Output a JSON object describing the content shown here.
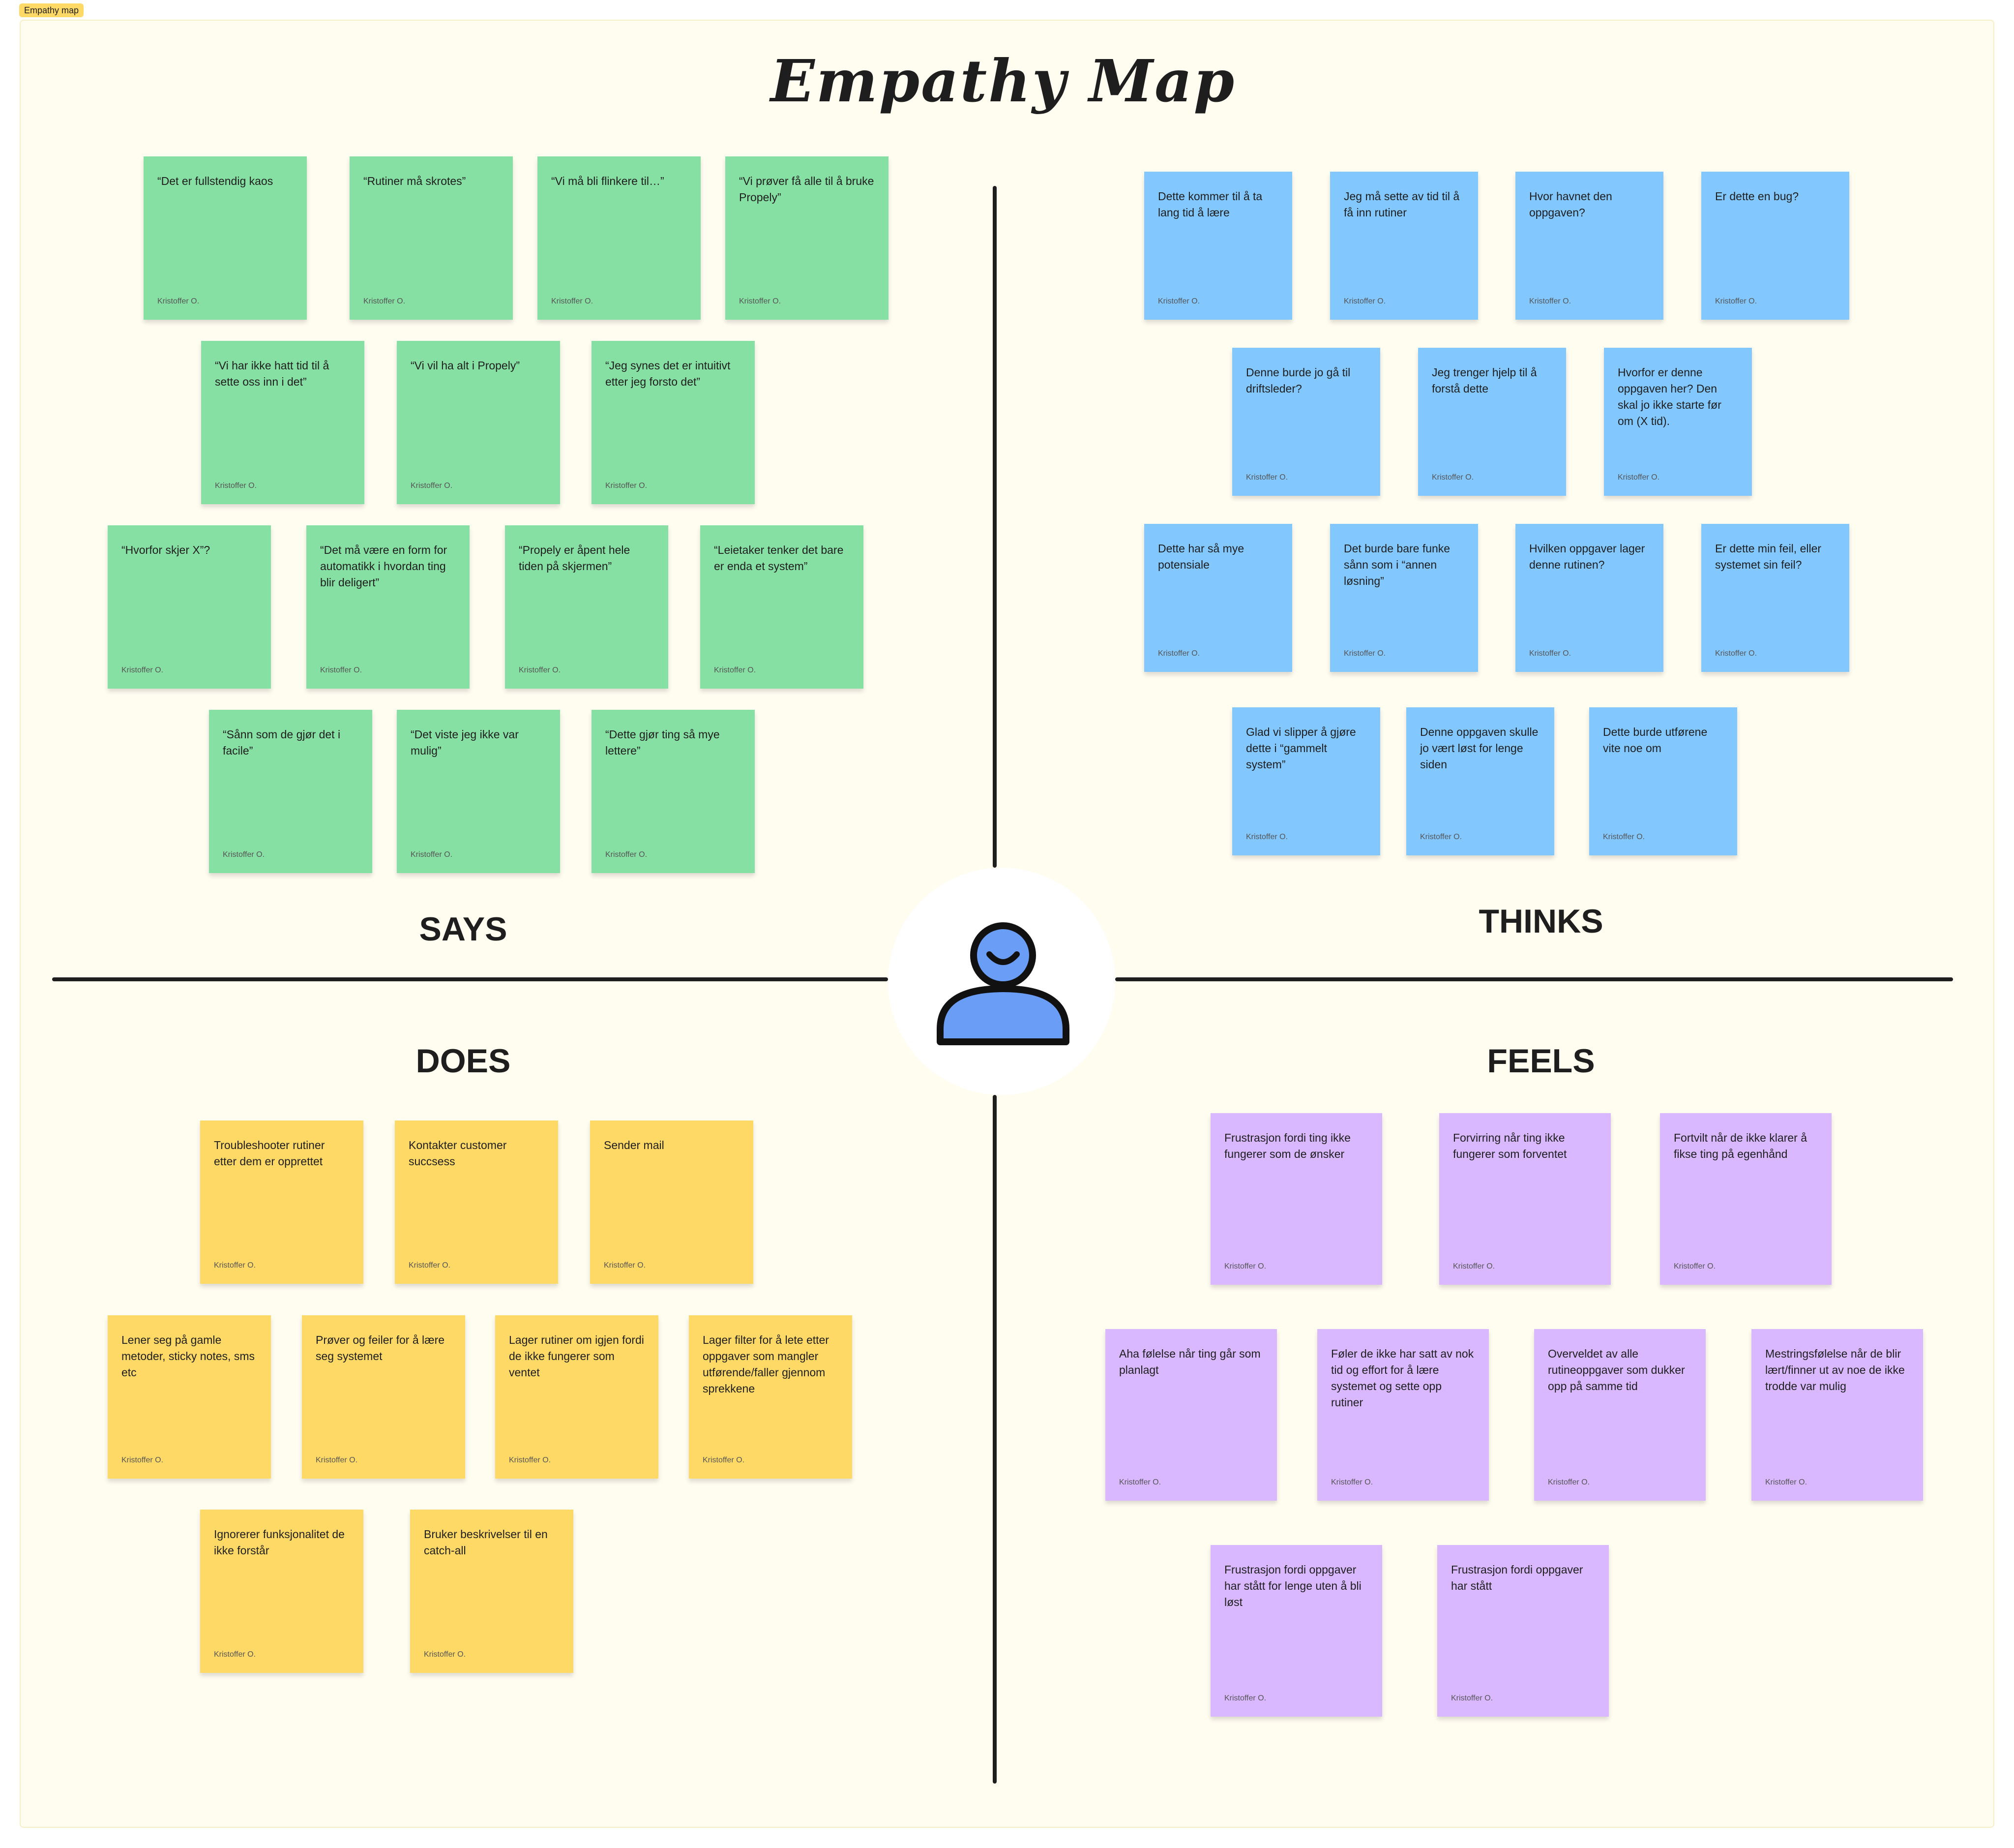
{
  "frame_tag": "Empathy map",
  "title": "Empathy Map",
  "labels": {
    "says": "SAYS",
    "thinks": "THINKS",
    "does": "DOES",
    "feels": "FEELS"
  },
  "author": "Kristoffer O.",
  "colors": {
    "says": "#87e0a3",
    "thinks": "#82c8ff",
    "does": "#ffd966",
    "feels": "#d9b8ff",
    "icon": "#6a9df5"
  },
  "icon": "person-icon",
  "says_notes": [
    "“Det er fullstendig kaos",
    "“Rutiner må skrotes”",
    "“Vi må bli flinkere til…”",
    "“Vi prøver få alle til å bruke Propely”",
    "“Vi har ikke hatt tid til å sette oss inn i det”",
    "“Vi vil ha alt i Propely”",
    "“Jeg synes det er intuitivt etter jeg forsto det”",
    "“Hvorfor skjer X”?",
    "“Det må være en form for automatikk i hvordan ting blir deligert”",
    "“Propely er åpent hele tiden på skjermen”",
    "“Leietaker tenker det bare er enda et system”",
    "“Sånn som de gjør det i facile”",
    "“Det viste jeg ikke var mulig”",
    "“Dette gjør ting så mye lettere”"
  ],
  "thinks_notes": [
    "Dette kommer til å ta lang tid å lære",
    "Jeg må sette av tid til å få inn rutiner",
    "Hvor havnet den oppgaven?",
    "Er dette en bug?",
    "Denne burde jo gå til driftsleder?",
    "Jeg trenger hjelp til å forstå dette",
    "Hvorfor er denne oppgaven her? Den skal jo ikke starte før om (X tid).",
    "Dette har så mye potensiale",
    "Det burde bare funke sånn som i “annen løsning”",
    "Hvilken oppgaver lager denne rutinen?",
    "Er dette min feil, eller systemet sin feil?",
    "Glad vi slipper å gjøre dette i “gammelt system”",
    "Denne oppgaven skulle jo vært løst for lenge siden",
    "Dette burde utførene vite noe om"
  ],
  "does_notes": [
    "Troubleshooter rutiner etter dem er opprettet",
    "Kontakter customer succsess",
    "Sender mail",
    "Lener seg på gamle metoder, sticky notes, sms etc",
    "Prøver og feiler for å lære seg systemet",
    "Lager rutiner om igjen fordi de ikke fungerer som ventet",
    "Lager filter for å lete etter oppgaver som mangler utførende/faller gjennom sprekkene",
    "Ignorerer funksjonalitet de ikke forstår",
    "Bruker beskrivelser til en catch-all"
  ],
  "feels_notes": [
    "Frustrasjon fordi ting ikke fungerer som de ønsker",
    "Forvirring når ting ikke fungerer som forventet",
    "Fortvilt når de ikke klarer å fikse ting på egenhånd",
    "Aha følelse når ting går som planlagt",
    "Føler de ikke har satt av nok tid og effort for å lære systemet og sette opp rutiner",
    "Overveldet av alle rutineoppgaver som dukker opp på samme tid",
    "Mestringsfølelse når de blir lært/finner ut av noe de ikke trodde var mulig",
    "Frustrasjon fordi oppgaver har stått for lenge uten å bli løst",
    "Frustrasjon fordi oppgaver har stått"
  ]
}
